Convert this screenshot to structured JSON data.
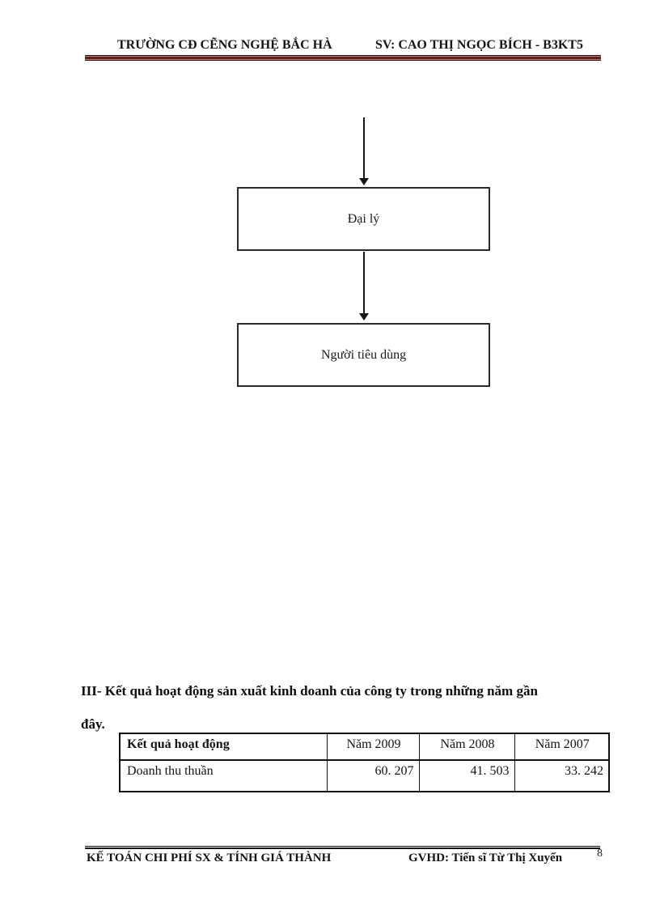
{
  "colors": {
    "header_rule_maroon": "#5e1f1f",
    "text": "#111111"
  },
  "header": {
    "school": "TRƯỜNG CĐ CẼNG NGHỆ BẮC HÀ",
    "student": "SV: CAO THỊ NGỌC BÍCH - B3KT5"
  },
  "flowchart": {
    "box1": "Đại lý",
    "box2": "Người tiêu dùng",
    "connector_icon": "arrow-down"
  },
  "section_heading": {
    "line1": "III- Kết quả hoạt động sản xuất kinh doanh của công ty trong những năm gần",
    "line2": "đây."
  },
  "table": {
    "columns": [
      "Kết quả hoạt động",
      "Năm 2009",
      "Năm 2008",
      "Năm 2007"
    ],
    "rows": [
      [
        "Doanh thu thuần",
        "60. 207",
        "41. 503",
        "33. 242"
      ]
    ]
  },
  "footer": {
    "left": "KẾ TOÁN CHI PHÍ SX & TÍNH GIÁ THÀNH",
    "right": "GVHD: Tiến sĩ Từ Thị Xuyến",
    "page_number": "8"
  }
}
